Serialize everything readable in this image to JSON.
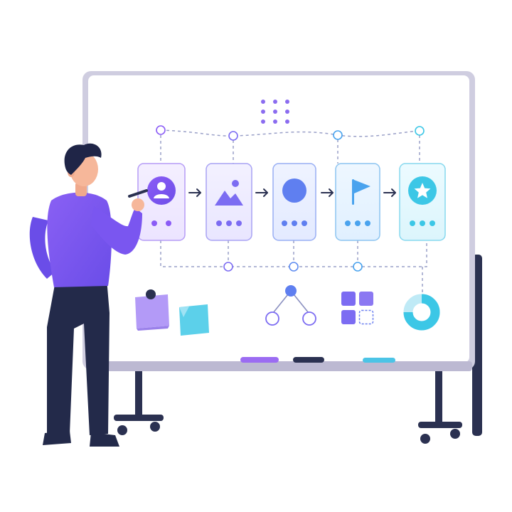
{
  "colors": {
    "background": "#ffffff",
    "board_frame": "#c9c7da",
    "board_surface": "#ffffff",
    "stand": "#2b3151",
    "purple": "#8b5cf6",
    "violet": "#7c6cf2",
    "indigo": "#6b7ff0",
    "blue": "#4aa3ee",
    "cyan": "#3cc7e6",
    "skin": "#f6b79a",
    "hair": "#1f2547",
    "shirt": "#7a56f0",
    "pants": "#232a4a",
    "note_purple": "#b39af7",
    "note_cyan": "#5cd0ea"
  },
  "flow_cards": [
    {
      "icon": "user-icon"
    },
    {
      "icon": "image-icon"
    },
    {
      "icon": "circle-icon"
    },
    {
      "icon": "flag-icon"
    },
    {
      "icon": "star-icon"
    }
  ],
  "board_widgets": [
    "sticky-note-purple",
    "sticky-note-cyan",
    "tree-diagram-icon",
    "grid-blocks-icon",
    "donut-chart-icon"
  ],
  "markers": [
    "marker-purple",
    "marker-navy",
    "marker-cyan"
  ]
}
